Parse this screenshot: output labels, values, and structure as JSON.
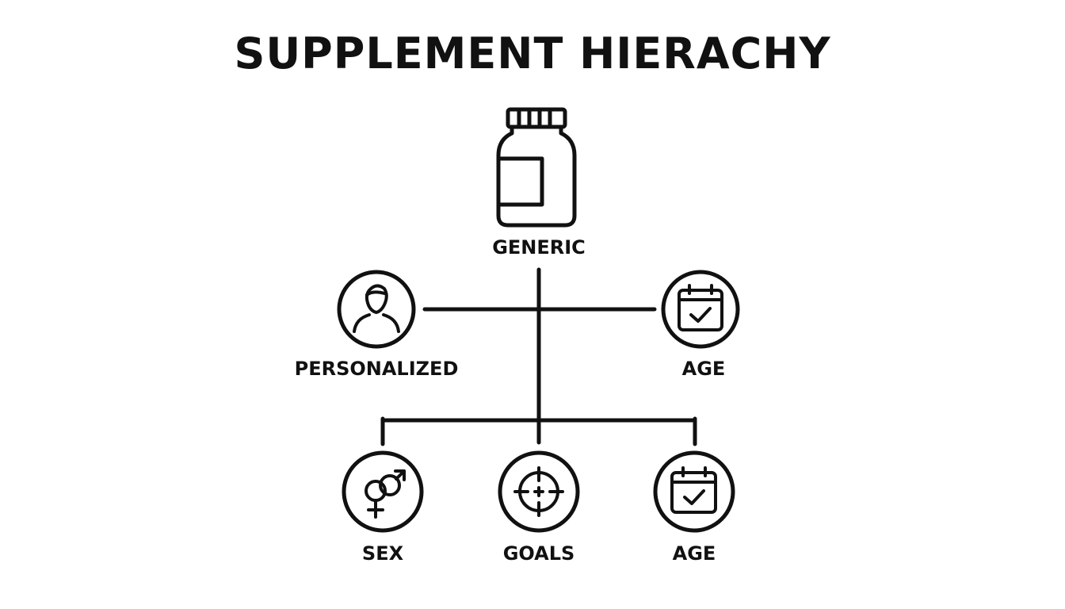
{
  "title": "SUPPLEMENT HIERACHY",
  "root": {
    "label": "GENERIC",
    "icon": "supplement-bottle-icon"
  },
  "middle_row": [
    {
      "label": "PERSONALIZED",
      "icon": "person-icon"
    },
    {
      "label": "AGE",
      "icon": "calendar-check-icon"
    }
  ],
  "bottom_row": [
    {
      "label": "SEX",
      "icon": "gender-symbols-icon"
    },
    {
      "label": "GOALS",
      "icon": "target-icon"
    },
    {
      "label": "AGE",
      "icon": "calendar-check-icon"
    }
  ],
  "colors": {
    "stroke": "#111111",
    "background": "#ffffff"
  }
}
